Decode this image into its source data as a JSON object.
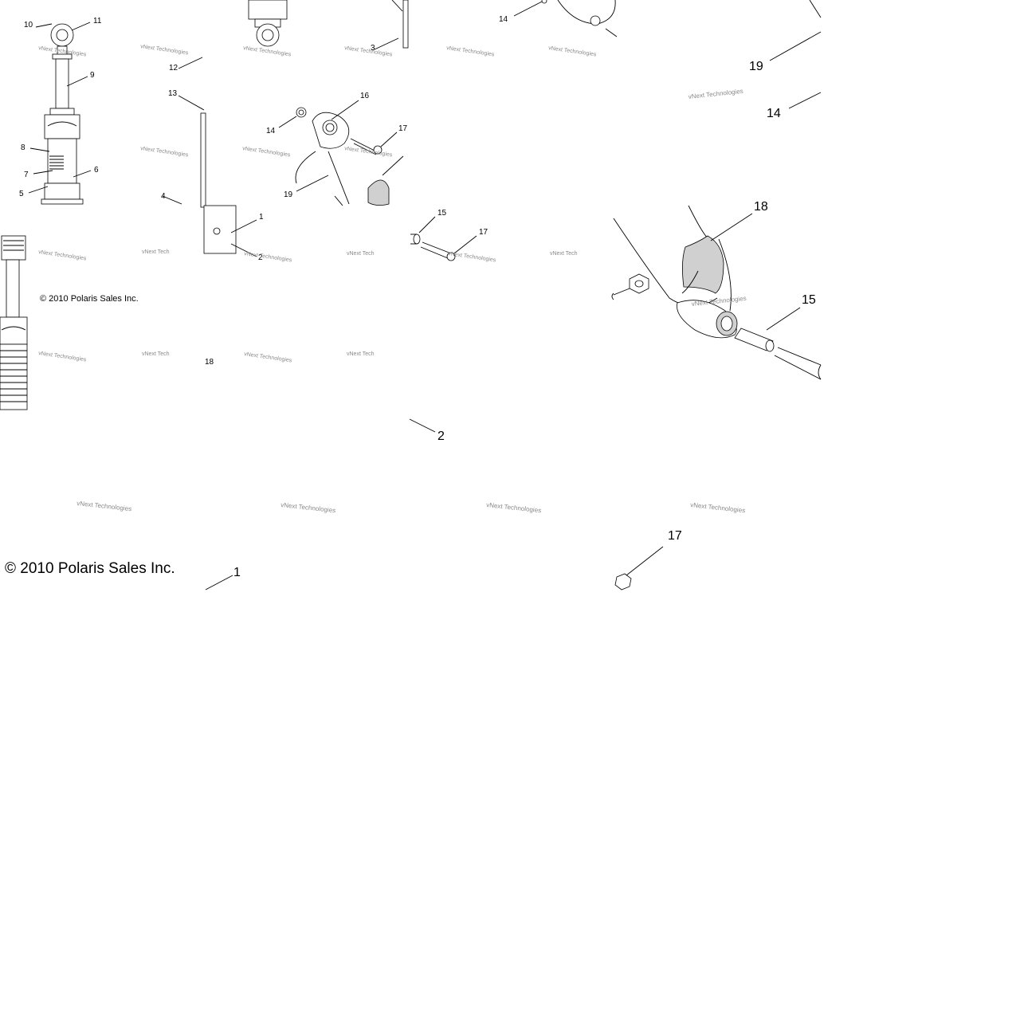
{
  "callouts": {
    "c10": "10",
    "c11": "11",
    "c9": "9",
    "c8": "8",
    "c7": "7",
    "c6": "6",
    "c5": "5",
    "c12": "12",
    "c13": "13",
    "c4": "4",
    "c3": "3",
    "c1a": "1",
    "c2a": "2",
    "c14a": "14",
    "c16": "16",
    "c17a": "17",
    "c19a": "19",
    "c15a": "15",
    "c17b": "17",
    "c18a": "18",
    "c14b": "14",
    "c19b": "19",
    "c14c": "14",
    "c18b": "18",
    "c15b": "15",
    "c2b": "2",
    "c1b": "1",
    "c17c": "17"
  },
  "copyright": {
    "small": "© 2010 Polaris Sales Inc.",
    "large": "© 2010 Polaris Sales Inc."
  },
  "watermark": {
    "text": "vNext Technologies",
    "short": "vNext Tech"
  }
}
